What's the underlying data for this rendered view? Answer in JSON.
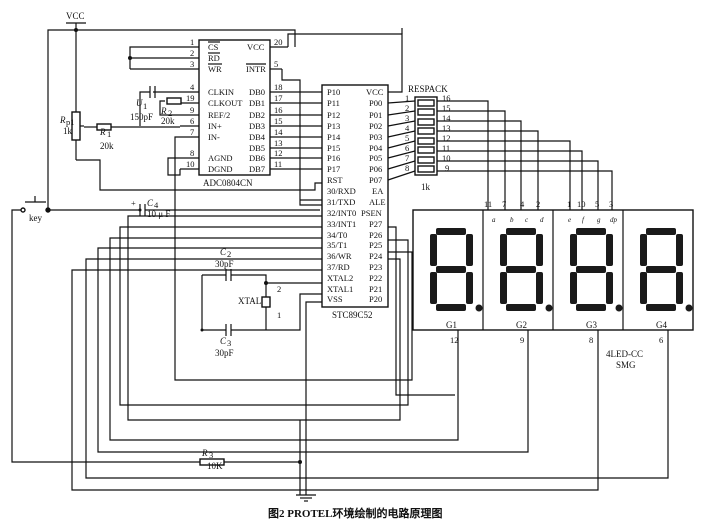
{
  "caption": "图2   PROTEL环境绘制的电路原理图",
  "power": {
    "vcc": "VCC"
  },
  "adc": {
    "name": "ADC0804CN",
    "left_pins": [
      {
        "num": "1",
        "name": "CS"
      },
      {
        "num": "2",
        "name": "RD"
      },
      {
        "num": "3",
        "name": "WR"
      },
      {
        "num": "4",
        "name": "CLKIN"
      },
      {
        "num": "19",
        "name": "CLKOUT"
      },
      {
        "num": "9",
        "name": "REF/2"
      },
      {
        "num": "6",
        "name": "IN+"
      },
      {
        "num": "7",
        "name": "IN-"
      },
      {
        "num": "8",
        "name": "AGND"
      },
      {
        "num": "10",
        "name": "DGND"
      }
    ],
    "right_pins": [
      {
        "num": "20",
        "name": "VCC"
      },
      {
        "num": "5",
        "name": "INTR"
      },
      {
        "num": "18",
        "name": "DB0"
      },
      {
        "num": "17",
        "name": "DB1"
      },
      {
        "num": "16",
        "name": "DB2"
      },
      {
        "num": "15",
        "name": "DB3"
      },
      {
        "num": "14",
        "name": "DB4"
      },
      {
        "num": "13",
        "name": "DB5"
      },
      {
        "num": "12",
        "name": "DB6"
      },
      {
        "num": "11",
        "name": "DB7"
      }
    ]
  },
  "mcu": {
    "name": "STC89C52",
    "left_pins": [
      "P10",
      "P11",
      "P12",
      "P13",
      "P14",
      "P15",
      "P16",
      "P17",
      "RST",
      "30/RXD",
      "31/TXD",
      "32/INT0",
      "33/INT1",
      "34/T0",
      "35/T1",
      "36/WR",
      "37/RD",
      "XTAL2",
      "XTAL1",
      "VSS"
    ],
    "right_pins": [
      "VCC",
      "P00",
      "P01",
      "P02",
      "P03",
      "P04",
      "P05",
      "P06",
      "P07",
      "EA",
      "ALE",
      "PSEN",
      "P27",
      "P26",
      "P25",
      "P24",
      "P23",
      "P22",
      "P21",
      "P20"
    ]
  },
  "respack": {
    "name": "RESPACK",
    "value": "1k",
    "left_nums": [
      "1",
      "2",
      "3",
      "4",
      "5",
      "6",
      "7",
      "8"
    ],
    "right_nums": [
      "16",
      "15",
      "14",
      "13",
      "12",
      "11",
      "10",
      "9"
    ]
  },
  "components": {
    "u1_label": "U",
    "u1_sub": "1",
    "c150": "150pF",
    "r2_label": "R",
    "r2_sub": "2",
    "r2_value": "20k",
    "r1_label": "R",
    "r1_sub": "1",
    "r1_value": "20k",
    "rp_label": "R",
    "rp_sub": "p1",
    "rp_value": "1k",
    "key": "key",
    "c4_label": "C",
    "c4_sub": "4",
    "c4_value": "10 μ F",
    "c2_label": "C",
    "c2_sub": "2",
    "c2_value": "30pF",
    "c3_label": "C",
    "c3_sub": "3",
    "c3_value": "30pF",
    "xtal": "XTAL",
    "xtal_pin1": "1",
    "xtal_pin2": "2",
    "r3_label": "R",
    "r3_sub": "3",
    "r3_value": "10K"
  },
  "display": {
    "name": "4LED-CC",
    "sub": "SMG",
    "digits": [
      "G1",
      "G2",
      "G3",
      "G4"
    ],
    "digit_pins": [
      "12",
      "9",
      "8",
      "6"
    ],
    "top_pins": [
      "11",
      "7",
      "4",
      "2",
      "1",
      "10",
      "5",
      "3"
    ],
    "seg_letters": [
      "a",
      "b",
      "c",
      "d",
      "e",
      "f",
      "g",
      "dp"
    ]
  }
}
